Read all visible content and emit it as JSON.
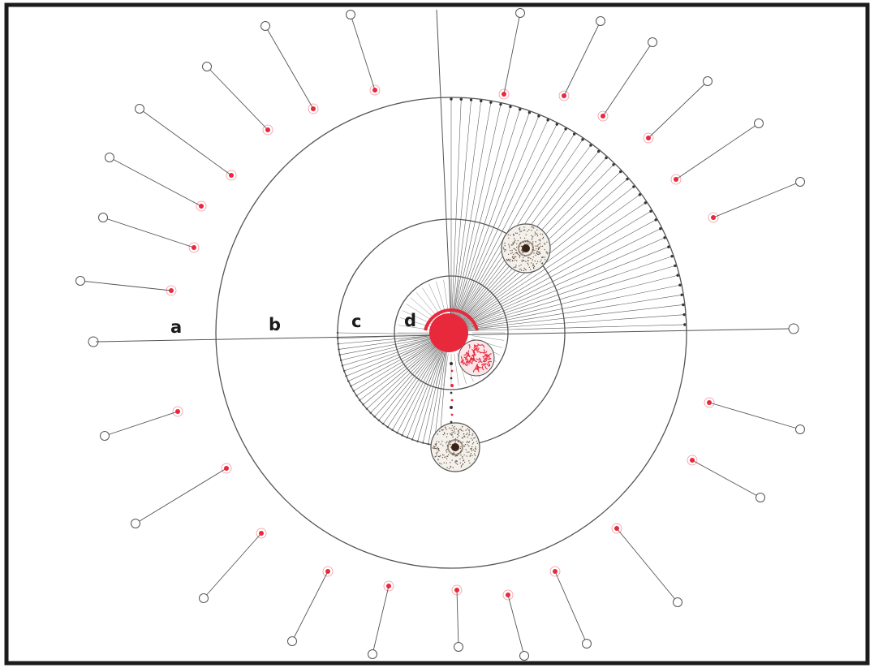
{
  "diagram": {
    "region_labels": [
      "a",
      "b",
      "c",
      "d"
    ],
    "colors": {
      "frame": "#1c1c1c",
      "line": "#555555",
      "accent": "#e8293c",
      "dot": "#333333",
      "stipple": "#6b5a4a"
    },
    "markers": {
      "outer_tick_count": 36,
      "lower_fan_count": 30,
      "inner_fan_count": 44
    }
  }
}
